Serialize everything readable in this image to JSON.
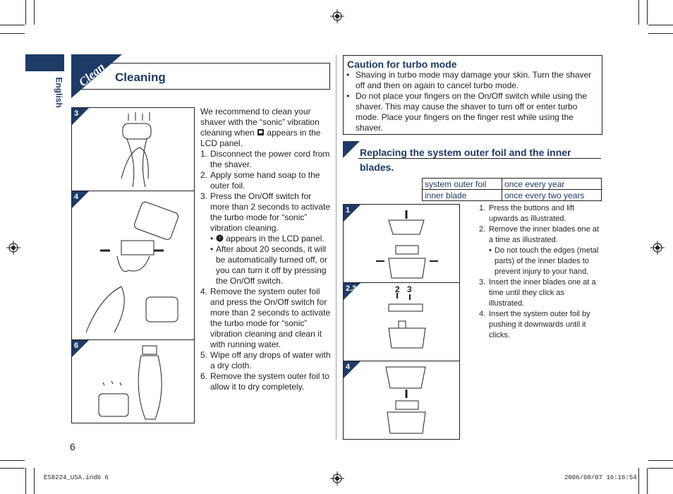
{
  "side_tab": "English",
  "section_badge": "Clean",
  "section_title": "Cleaning",
  "left_steps": [
    {
      "no": "3"
    },
    {
      "no": "4"
    },
    {
      "no": "6"
    }
  ],
  "intro_a": "We recommend to clean your shaver with the “sonic” vibration cleaning when",
  "intro_b": "appears in the LCD panel.",
  "steps": [
    {
      "n": "1.",
      "text": "Disconnect the power cord from the shaver."
    },
    {
      "n": "2.",
      "text": "Apply some hand soap to the outer foil."
    },
    {
      "n": "3.",
      "text": "Press the On/Off switch for more than 2 seconds to activate the turbo mode for “sonic” vibration cleaning."
    },
    {
      "n": "4.",
      "text": "Remove the system outer foil and press the On/Off switch for more than 2 seconds to activate the turbo mode for “sonic” vibration cleaning and clean it with running water."
    },
    {
      "n": "5.",
      "text": "Wipe off any drops of water with a dry cloth."
    },
    {
      "n": "6.",
      "text": "Remove the system outer foil to allow it to dry completely."
    }
  ],
  "step3_sub": [
    "appears in the LCD panel.",
    "After about 20 seconds, it will be automatically turned off, or you can turn it off by pressing the On/Off switch."
  ],
  "caution": {
    "title": "Caution for turbo mode",
    "items": [
      "Shaving in turbo mode may damage your skin. Turn the shaver off and then on again to cancel turbo mode.",
      "Do not place your fingers on the On/Off switch while using the shaver. This may cause the shaver to turn off or enter turbo mode. Place your fingers on the finger rest while using the shaver."
    ]
  },
  "replace_title": "Replacing the system outer foil and the inner blades.",
  "schedule": [
    {
      "part": "system outer foil",
      "when": "once every year"
    },
    {
      "part": "inner blade",
      "when": "once every two years"
    }
  ],
  "right_steps_fig": [
    {
      "no": "1"
    },
    {
      "no": "2.3",
      "labels": [
        "2",
        "3"
      ]
    },
    {
      "no": "4"
    }
  ],
  "right_steps": [
    {
      "n": "1.",
      "text": "Press the buttons and lift upwards as illustrated."
    },
    {
      "n": "2.",
      "text": "Remove the inner blades one at a time as illustrated."
    },
    {
      "n": "3.",
      "text": "Insert the inner blades one at a time until they click as illustrated."
    },
    {
      "n": "4.",
      "text": "Insert the system outer foil by pushing it downwards until it clicks."
    }
  ],
  "right_sub": "Do not touch the edges (metal parts) of the inner blades to prevent injury to your hand.",
  "page_number": "6",
  "footer_left": "ES8224_USA.indb   6",
  "footer_right": "2006/08/07   16:16:54",
  "colors": {
    "accent": "#1d3b66",
    "text": "#231f20"
  }
}
